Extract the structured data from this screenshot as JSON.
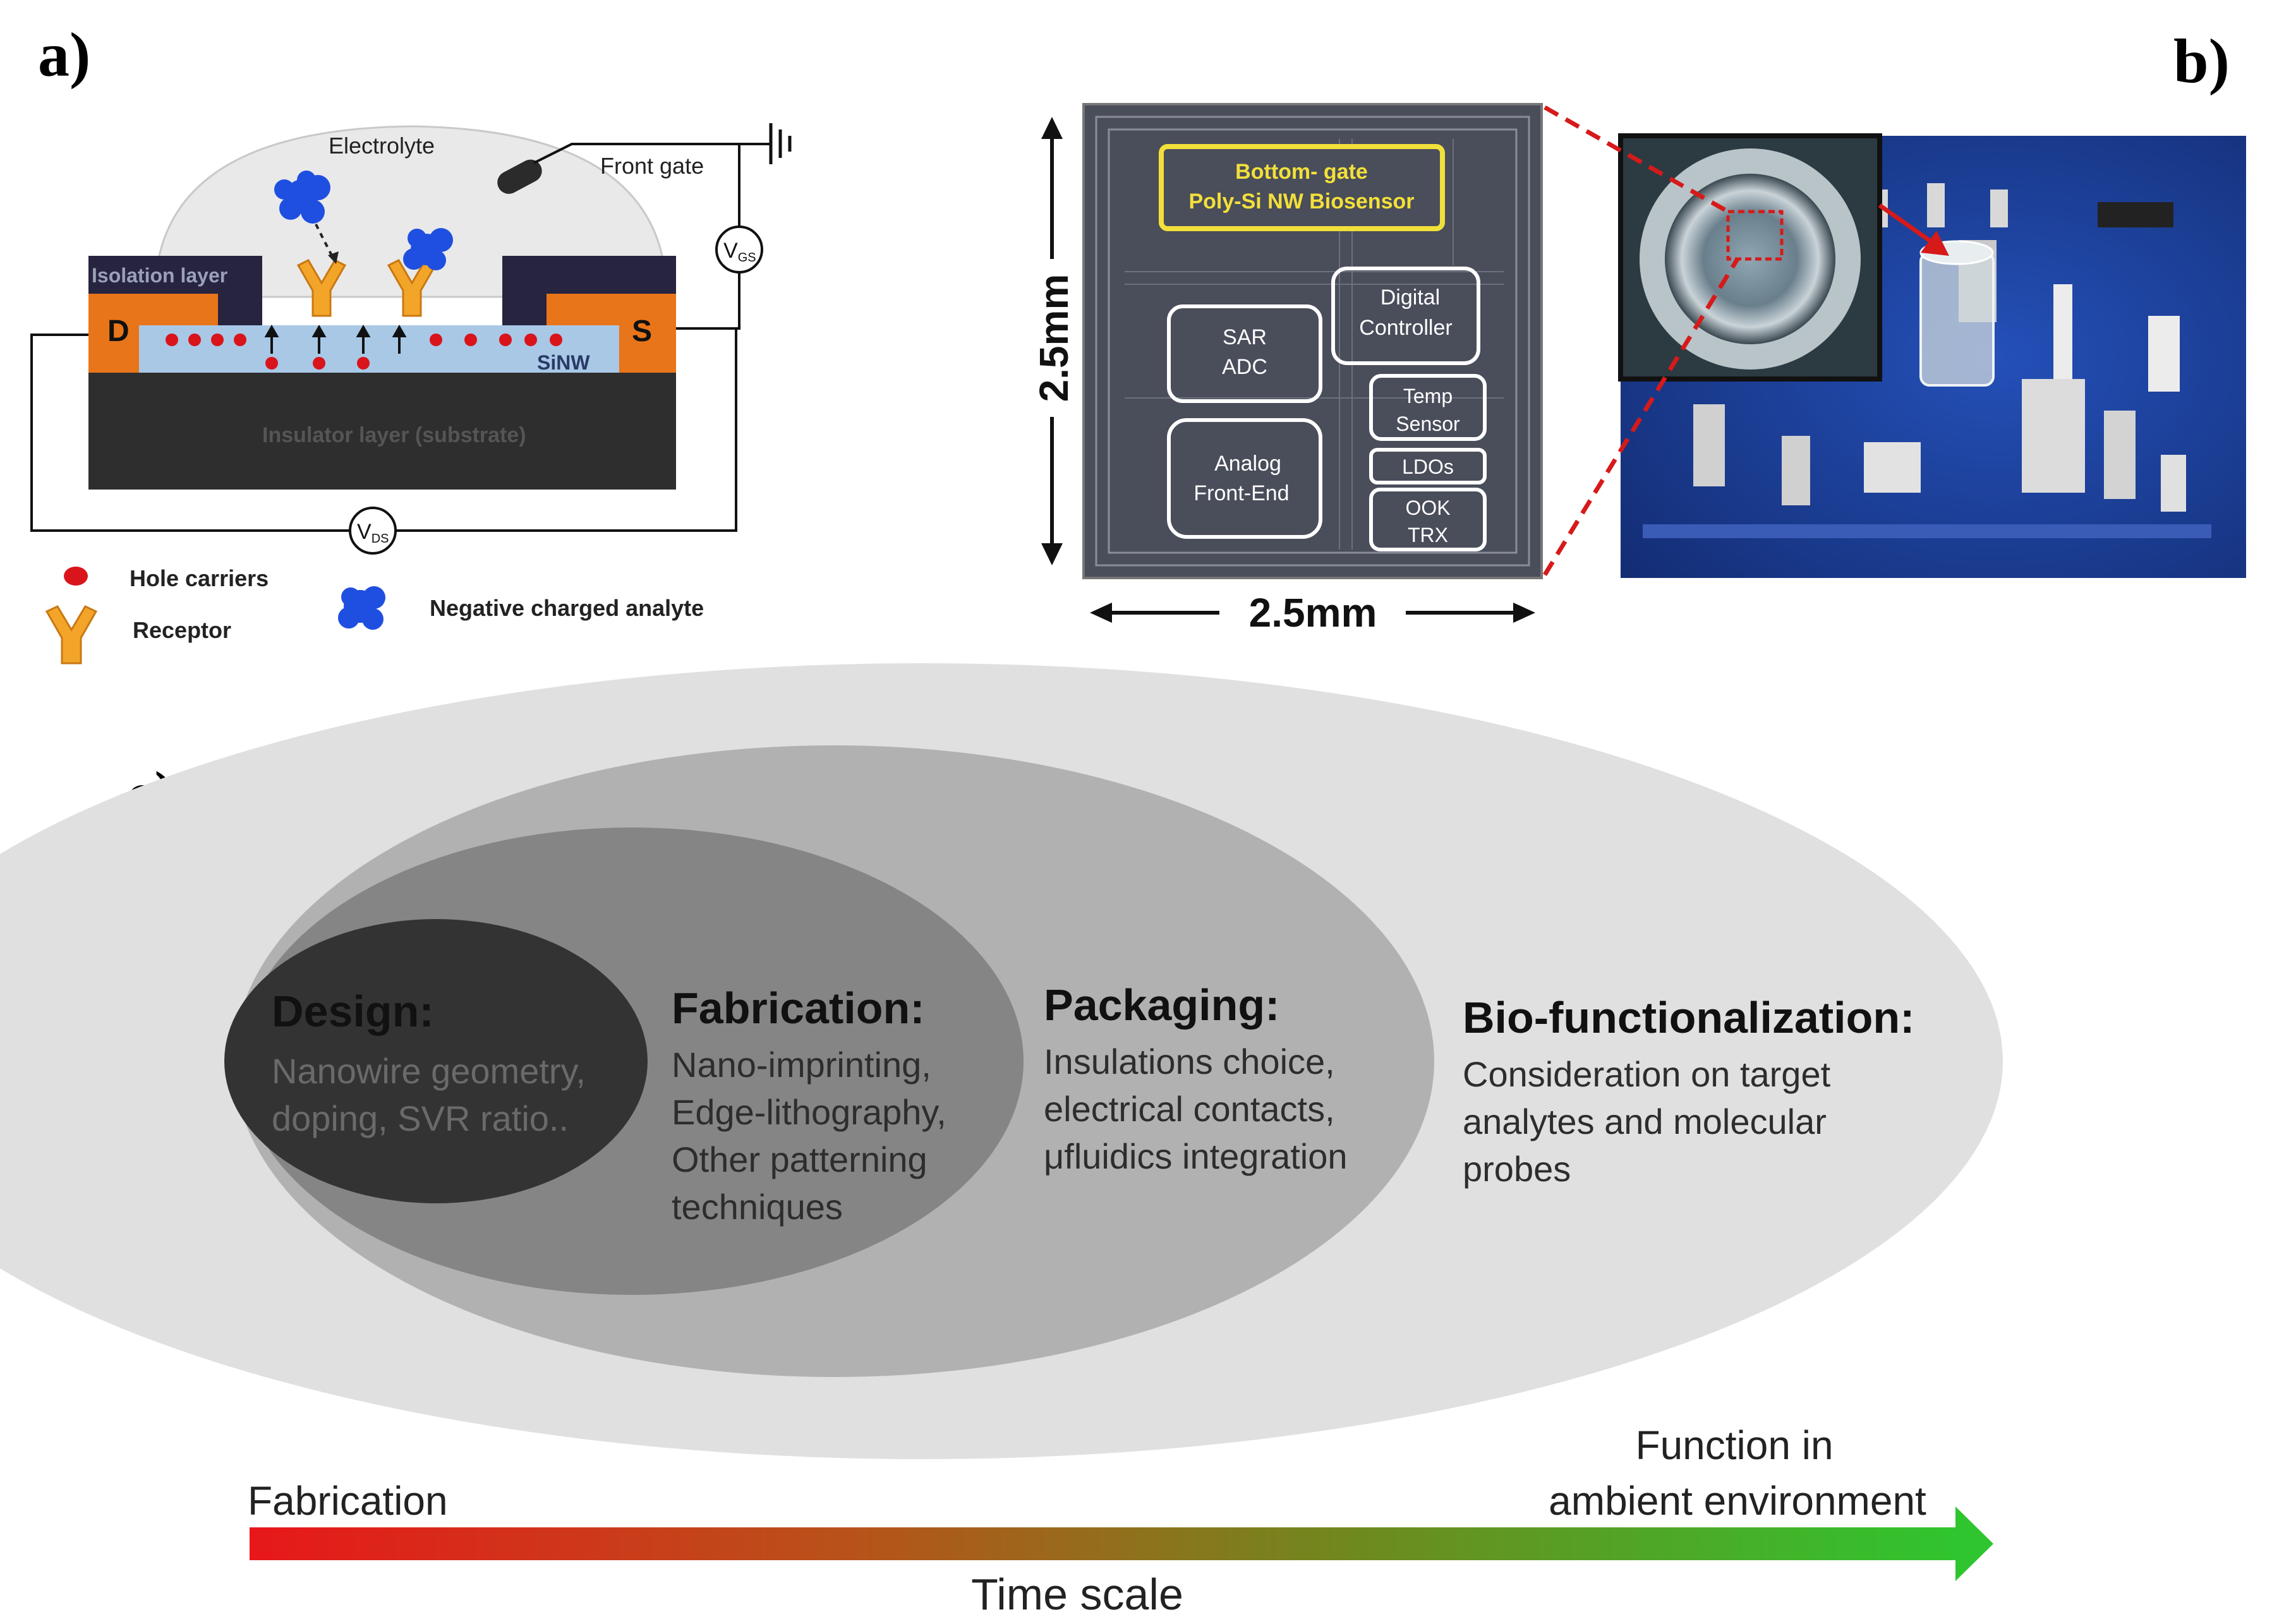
{
  "panel_labels": {
    "a": "a)",
    "b": "b)",
    "c": "c)"
  },
  "panel_a": {
    "electrolyte": "Electrolyte",
    "front_gate": "Front gate",
    "isolation_layer": "Isolation layer",
    "drain": "D",
    "source": "S",
    "sinw": "SiNW",
    "insulator": "Insulator layer (substrate)",
    "vgs_main": "V",
    "vgs_sub": "GS",
    "vds_main": "V",
    "vds_sub": "DS",
    "legend": {
      "hole_carriers": "Hole carriers",
      "receptor": "Receptor",
      "analyte": "Negative charged analyte"
    },
    "colors": {
      "electrolyte": "#e9e9e9",
      "isolation": "#272440",
      "contact": "#e8751a",
      "sinw": "#a8c8e6",
      "substrate": "#2e2e2e",
      "hole": "#d9141b",
      "analyte": "#1f4fe0",
      "receptor": "#f3a52a"
    }
  },
  "panel_b": {
    "chip_blocks": {
      "bottom_gate_1": "Bottom- gate",
      "bottom_gate_2": "Poly-Si NW  Biosensor",
      "digital_1": "Digital",
      "digital_2": "Controller",
      "sar_1": "SAR",
      "sar_2": "ADC",
      "temp_1": "Temp",
      "temp_2": "Sensor",
      "analog_1": "Analog",
      "analog_2": "Front-End",
      "ldos": "LDOs",
      "ook_1": "OOK",
      "ook_2": "TRX"
    },
    "dim_vertical": "2.5mm",
    "dim_horizontal": "2.5mm",
    "colors": {
      "chip": "#4a4d5a",
      "highlight": "#f2e03a",
      "board": "#1c3f9c",
      "zoom": "#d61a1a"
    }
  },
  "panel_c": {
    "stages": [
      {
        "title": "Design:",
        "lines": [
          "Nanowire geometry,",
          "doping, SVR ratio.."
        ]
      },
      {
        "title": "Fabrication:",
        "lines": [
          "Nano-imprinting,",
          "Edge-lithography,",
          "Other patterning",
          "techniques"
        ]
      },
      {
        "title": "Packaging:",
        "lines": [
          "Insulations choice,",
          "electrical contacts,",
          " μfluidics integration"
        ]
      },
      {
        "title": "Bio-functionalization:",
        "lines": [
          "Consideration on target",
          "analytes and molecular",
          "probes"
        ]
      }
    ],
    "timeline": {
      "start": "Fabrication",
      "end_1": "Function in",
      "end_2": "ambient environment",
      "axis": "Time scale",
      "colors": [
        "#e8171a",
        "#b8521a",
        "#6e8a1e",
        "#2fc52f"
      ]
    },
    "ellipse_colors": [
      "#e0e0e0",
      "#b1b1b1",
      "#858585",
      "#333333"
    ]
  }
}
